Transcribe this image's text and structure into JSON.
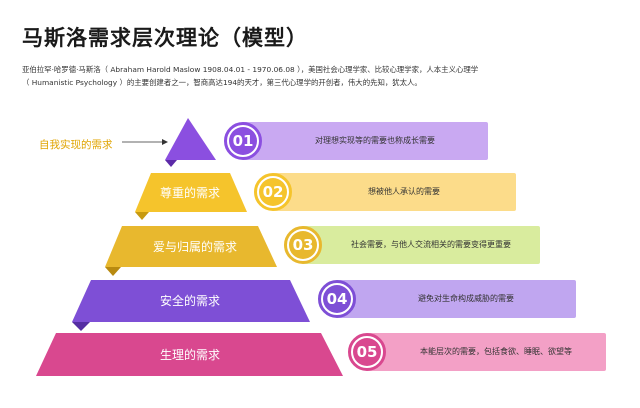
{
  "title": "马斯洛需求层次理论（模型）",
  "intro": [
    "亚伯拉罕·哈罗德·马斯洛（ Abraham Harold Maslow 1908.04.01 - 1970.06.08 ），美国社会心理学家、比较心理学家，人本主义心理学",
    "（ Humanistic Psychology ）的主要创建者之一，智商高达194的天才，第三代心理学的开创者，伟大的先知，犹太人。"
  ],
  "annotation": "自我实现的需求",
  "layers": [
    {
      "num": "01",
      "label": "",
      "desc": "对理想实现等的需要也称成长需要",
      "color": "#8b4fe0",
      "bar": "#c9a9f2",
      "circle": "#8b4fe0"
    },
    {
      "num": "02",
      "label": "尊重的需求",
      "desc": "想被他人承认的需要",
      "color": "#f5c42c",
      "bar": "#fcdc8a",
      "circle": "#f5c42c"
    },
    {
      "num": "03",
      "label": "爱与归属的需求",
      "desc": "社会需要，与他人交流相关的需要变得更重要",
      "color": "#e8b82e",
      "bar": "#d9ec9e",
      "circle": "#e8b82e"
    },
    {
      "num": "04",
      "label": "安全的需求",
      "desc": "避免对生命构成威胁的需要",
      "color": "#7e4fd6",
      "bar": "#c0a6f0",
      "circle": "#7e4fd6"
    },
    {
      "num": "05",
      "label": "生理的需求",
      "desc": "本能层次的需要，包括食欲、睡眠、欲望等",
      "color": "#d9488f",
      "bar": "#f3a0c6",
      "circle": "#d9488f"
    }
  ]
}
